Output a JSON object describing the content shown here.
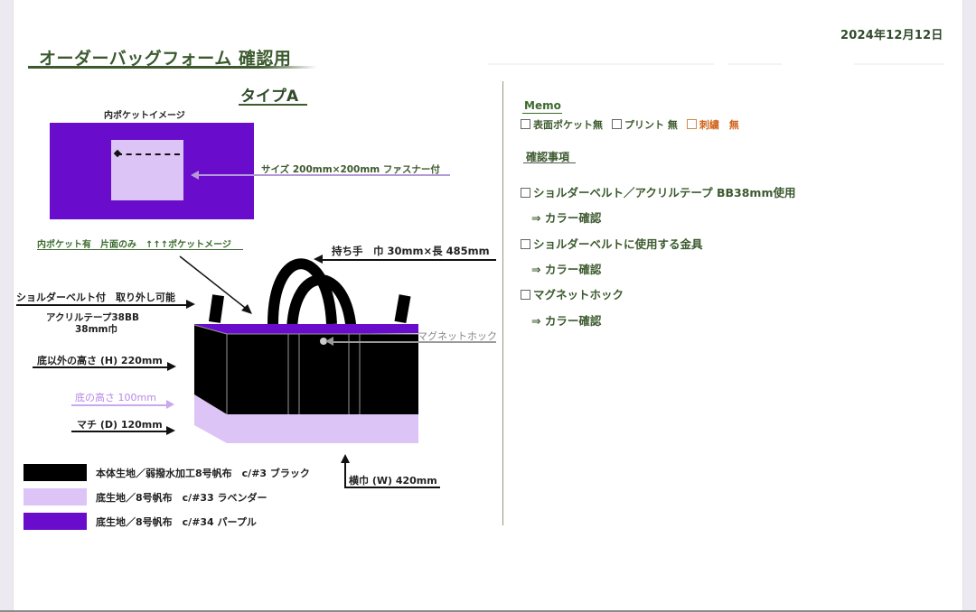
{
  "header": {
    "date": "2024年12月12日",
    "title": "オーダーバッグフォーム 確認用"
  },
  "design": {
    "type_label": "タイプA",
    "pocket_image_label": "内ポケットイメージ",
    "pocket_size": "サイズ 200mm×200mm ファスナー付",
    "inner_pocket_note": "内ポケット有　片面のみ　↑↑↑ポケットメージ",
    "handle": "持ち手　巾 30mm×長 485mm",
    "shoulder_belt": "ショルダーベルト付　取り外し可能",
    "acrylic_tape_1": "アクリルテープ38BB",
    "acrylic_tape_2": "38mm巾",
    "magnet": "マグネットホック",
    "height_body": "底以外の高さ (H)  220mm",
    "height_bottom": "底の高さ 100mm",
    "gusset": "マチ (D)  120mm",
    "width": "横巾 (W)  420mm"
  },
  "legend": [
    {
      "color": "#000000",
      "label": "本体生地／弱撥水加工8号帆布　c/#3 ブラック"
    },
    {
      "color": "#dcc4f7",
      "label": "底生地／8号帆布　c/#33 ラベンダー"
    },
    {
      "color": "#6a0ccc",
      "label": "底生地／8号帆布　c/#34 パープル"
    }
  ],
  "colors": {
    "accent_green": "#3c5a2e",
    "black": "#000000",
    "lavender": "#dcc4f7",
    "purple": "#6a0ccc",
    "orange": "#d0621a"
  },
  "memo": {
    "title": "Memo",
    "items": [
      {
        "label": "表面ポケット無",
        "checked": false
      },
      {
        "label": "プリント 無",
        "checked": false
      },
      {
        "label": "刺繍　無",
        "checked": false
      }
    ]
  },
  "confirm": {
    "title": "確認事項",
    "items": [
      {
        "label": "ショルダーベルト／アクリルテープ BB38mm使用",
        "sub": "⇒ カラー確認"
      },
      {
        "label": "ショルダーベルトに使用する金具",
        "sub": "⇒ カラー確認"
      },
      {
        "label": "マグネットホック",
        "sub": "⇒ カラー確認"
      }
    ]
  }
}
